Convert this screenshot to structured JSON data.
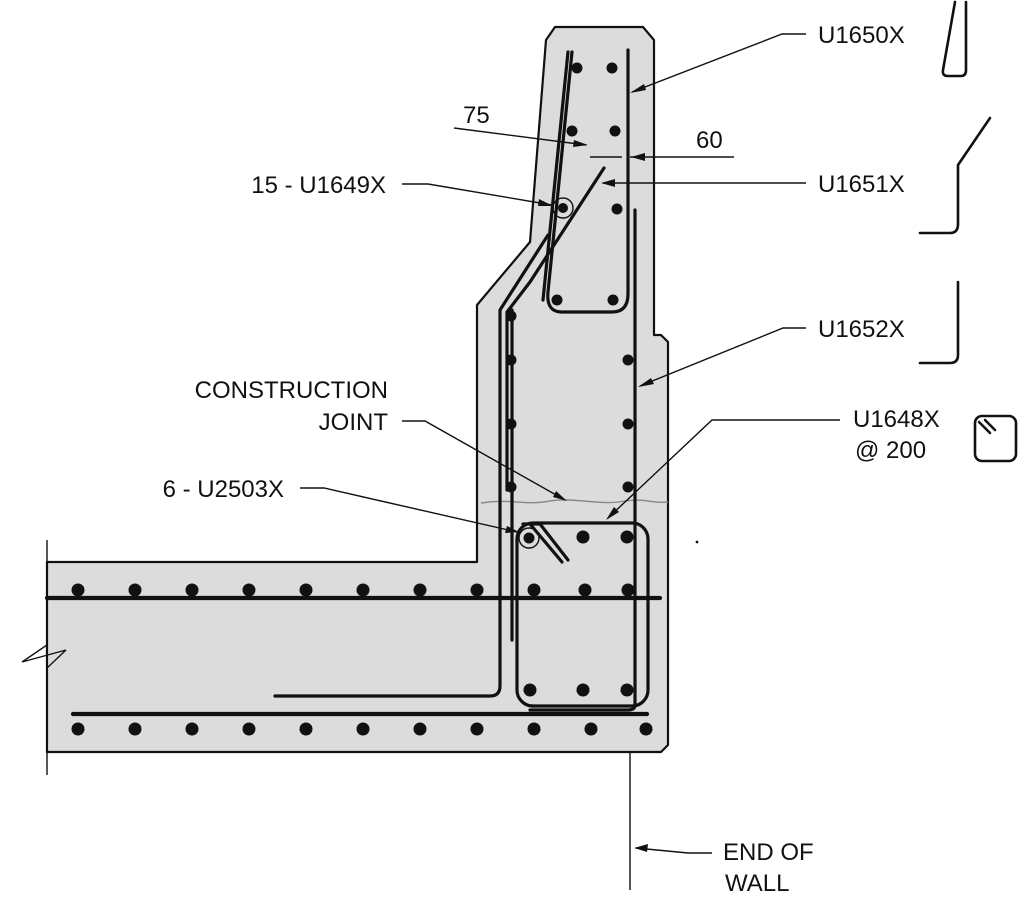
{
  "labels": {
    "u1650": "U1650X",
    "u1651": "U1651X",
    "u1652": "U1652X",
    "u1648_line1": "U1648X",
    "u1648_line2": "@ 200",
    "u1649": "15 - U1649X",
    "construction_line1": "CONSTRUCTION",
    "construction_line2": "JOINT",
    "u2503": "6 - U2503X",
    "dim_75": "75",
    "dim_60": "60",
    "end_line1": "END OF",
    "end_line2": "WALL"
  },
  "colors": {
    "concrete": "#dcdcdc",
    "ink": "#111111",
    "background": "#ffffff"
  }
}
